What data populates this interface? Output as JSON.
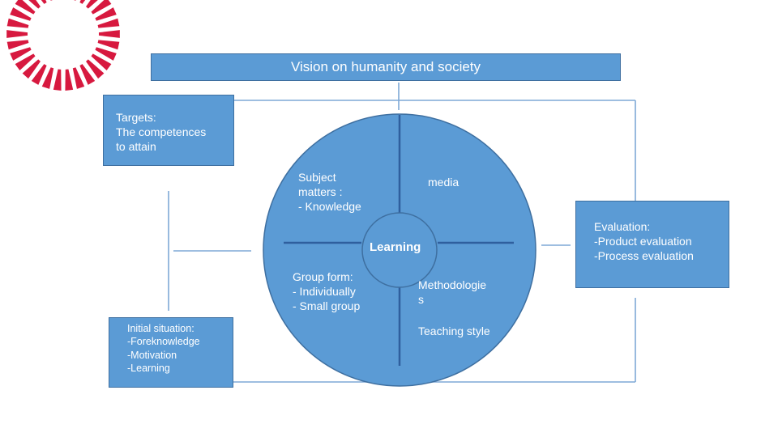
{
  "title": "Vision on humanity and society",
  "targets": "Targets:\nThe competences\nto attain",
  "initial_situation": "Initial situation:\n-Foreknowledge\n-Motivation\n-Learning",
  "evaluation": "Evaluation:\n-Product evaluation\n-Process evaluation",
  "circle": {
    "center_label": "Learning",
    "subject_matters": "Subject\nmatters :\n- Knowledge",
    "media": "media",
    "group_form": "Group form:\n- Individually\n- Small group",
    "methodologies": "Methodologie\ns",
    "teaching_style": "Teaching style"
  },
  "colors": {
    "box_fill": "#5b9bd5",
    "box_border": "#3e6fa0",
    "logo_red": "#d7193f",
    "connector": "#7fa8d6"
  }
}
